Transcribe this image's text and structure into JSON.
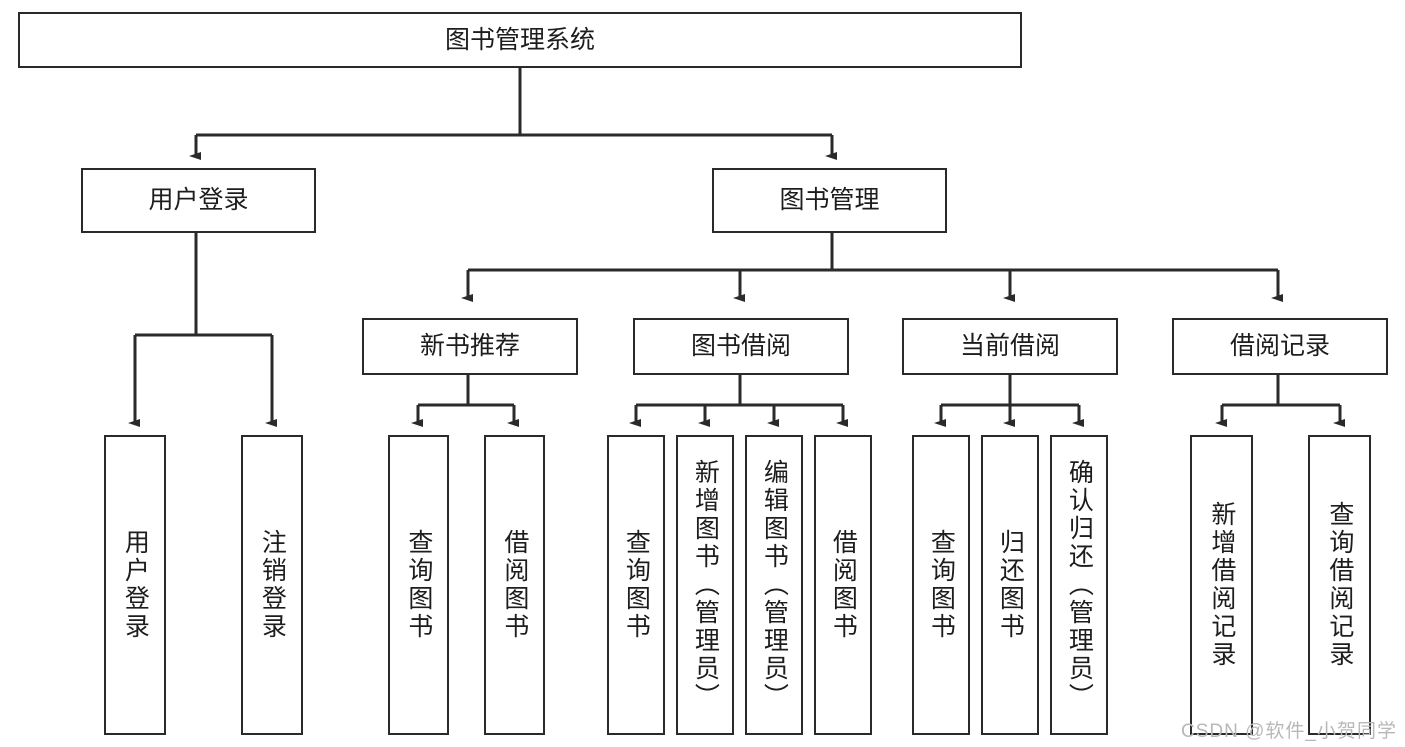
{
  "diagram": {
    "type": "tree",
    "title": "图书管理系统",
    "root": {
      "label": "图书管理系统"
    },
    "level2": [
      {
        "label": "用户登录"
      },
      {
        "label": "图书管理"
      }
    ],
    "level3": [
      {
        "label": "新书推荐"
      },
      {
        "label": "图书借阅"
      },
      {
        "label": "当前借阅"
      },
      {
        "label": "借阅记录"
      }
    ],
    "leaves": {
      "user_login": [
        {
          "label": "用户登录"
        },
        {
          "label": "注销登录"
        }
      ],
      "new_book": [
        {
          "label": "查询图书"
        },
        {
          "label": "借阅图书"
        }
      ],
      "book_borrow": [
        {
          "label": "查询图书"
        },
        {
          "label": "新增图书（管理员）"
        },
        {
          "label": "编辑图书（管理员）"
        },
        {
          "label": "借阅图书"
        }
      ],
      "current_borrow": [
        {
          "label": "查询图书"
        },
        {
          "label": "归还图书"
        },
        {
          "label": "确认归还（管理员）"
        }
      ],
      "borrow_record": [
        {
          "label": "新增借阅记录"
        },
        {
          "label": "查询借阅记录"
        }
      ]
    }
  },
  "watermark": {
    "text": "CSDN @软件_小贺同学"
  },
  "colors": {
    "stroke": "#2a2a2a",
    "fill": "#ffffff",
    "text": "#1d1d1d",
    "watermark": "#b8b8b8"
  }
}
